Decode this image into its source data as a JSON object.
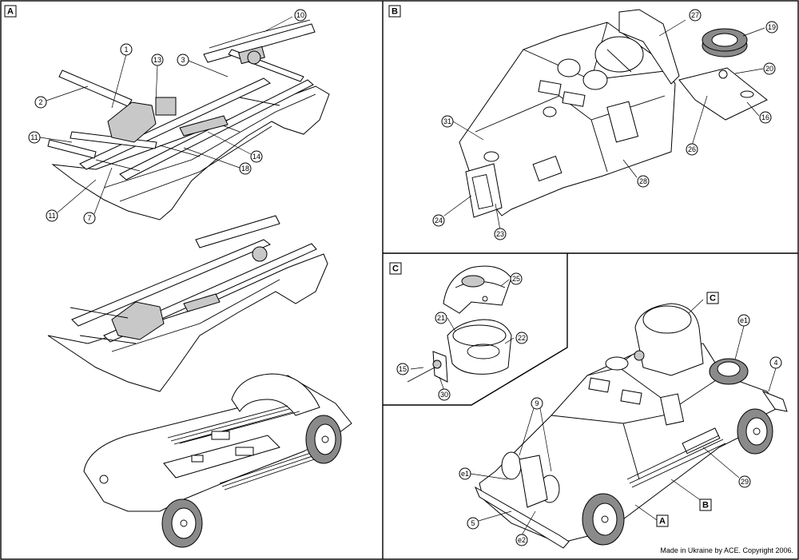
{
  "sections": {
    "a": "A",
    "b": "B",
    "c": "C"
  },
  "callouts_a": [
    "1",
    "2",
    "3",
    "13",
    "10",
    "11",
    "11",
    "14",
    "18",
    "7"
  ],
  "callouts_b": [
    "27",
    "19",
    "20",
    "16",
    "26",
    "31",
    "28",
    "24",
    "23"
  ],
  "callouts_c": [
    "25",
    "21",
    "22",
    "15",
    "30"
  ],
  "callouts_assembly": [
    "e1",
    "4",
    "9",
    "e1",
    "5",
    "e2",
    "29"
  ],
  "assembly_refs": [
    "C",
    "B",
    "A"
  ],
  "copyright": "Made in Ukraine by ACE. Copyright 2006."
}
